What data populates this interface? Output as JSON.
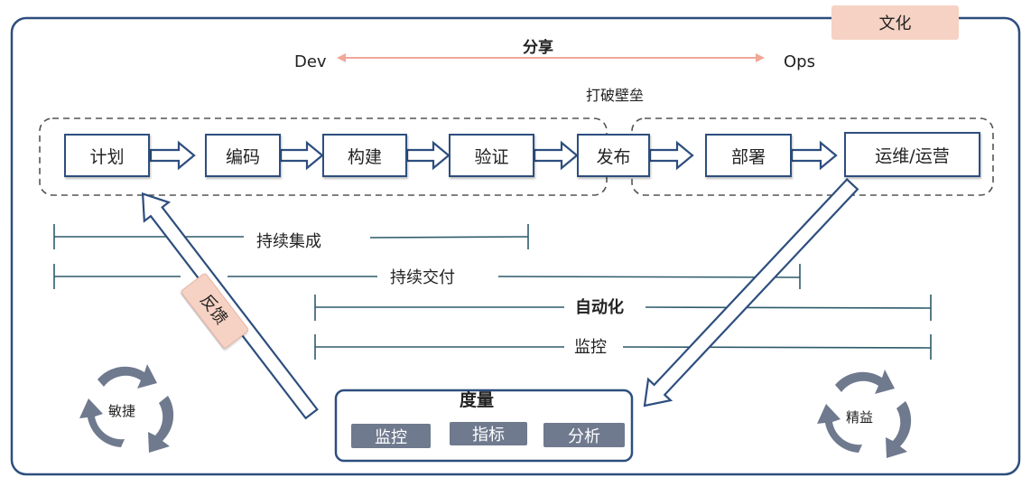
{
  "culture_label": "文化",
  "share": {
    "label": "分享",
    "left": "Dev",
    "right": "Ops"
  },
  "break_barrier": "打破壁垒",
  "stages": [
    "计划",
    "编码",
    "构建",
    "验证",
    "发布",
    "部署",
    "运维/运营"
  ],
  "spans": {
    "ci": "持续集成",
    "cd": "持续交付",
    "automation": "自动化",
    "monitoring": "监控"
  },
  "feedback_label": "反馈",
  "metrics": {
    "title": "度量",
    "items": [
      "监控",
      "指标",
      "分析"
    ]
  },
  "agile_label": "敏捷",
  "lean_label": "精益",
  "colors": {
    "frame": "#2d4e7e",
    "accent": "#f6d2c4",
    "arrow_pink": "#f0b5a6",
    "chip": "#6f7a8e",
    "bracket": "#2e5a6b"
  }
}
